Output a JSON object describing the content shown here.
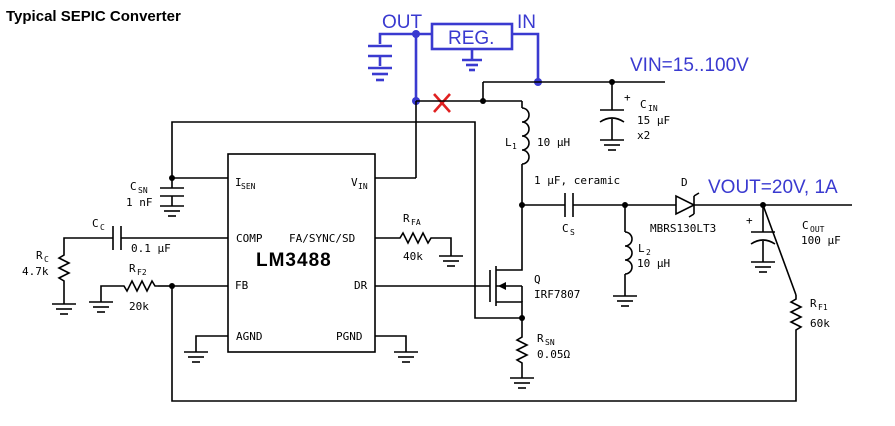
{
  "title": "Typical SEPIC Converter",
  "colors": {
    "annotation": "#3a3ad0",
    "cross": "#e02020",
    "wire": "#000000"
  },
  "annotations": {
    "out": "OUT",
    "in": "IN",
    "reg": "REG.",
    "vin": "VIN=15..100V",
    "vout": "VOUT=20V, 1A"
  },
  "ic": {
    "name": "LM3488",
    "pins": {
      "isen": "I",
      "isen_sub": "SEN",
      "vin": "V",
      "vin_sub": "IN",
      "comp": "COMP",
      "fa": "FA/SYNC/SD",
      "fb": "FB",
      "dr": "DR",
      "agnd": "AGND",
      "pgnd": "PGND"
    }
  },
  "components": {
    "csn": {
      "ref": "C",
      "sub": "SN",
      "value": "1 nF"
    },
    "cc": {
      "ref": "C",
      "sub": "C",
      "value": "0.1 µF"
    },
    "rc": {
      "ref": "R",
      "sub": "C",
      "value": "4.7k"
    },
    "rf2": {
      "ref": "R",
      "sub": "F2",
      "value": "20k"
    },
    "rfa": {
      "ref": "R",
      "sub": "FA",
      "value": "40k"
    },
    "cin": {
      "ref": "C",
      "sub": "IN",
      "value": "15 µF",
      "extra": "x2",
      "plus": "+"
    },
    "l1": {
      "ref": "L",
      "sub": "1",
      "value": "10 µH"
    },
    "cs": {
      "ref": "C",
      "sub": "S",
      "value": "1 µF, ceramic"
    },
    "d": {
      "ref": "D",
      "value": "MBRS130LT3"
    },
    "l2": {
      "ref": "L",
      "sub": "2",
      "value": "10 µH"
    },
    "q": {
      "ref": "Q",
      "value": "IRF7807"
    },
    "rsn": {
      "ref": "R",
      "sub": "SN",
      "value": "0.05Ω"
    },
    "cout": {
      "ref": "C",
      "sub": "OUT",
      "value": "100 µF",
      "plus": "+"
    },
    "rf1": {
      "ref": "R",
      "sub": "F1",
      "value": "60k"
    }
  }
}
